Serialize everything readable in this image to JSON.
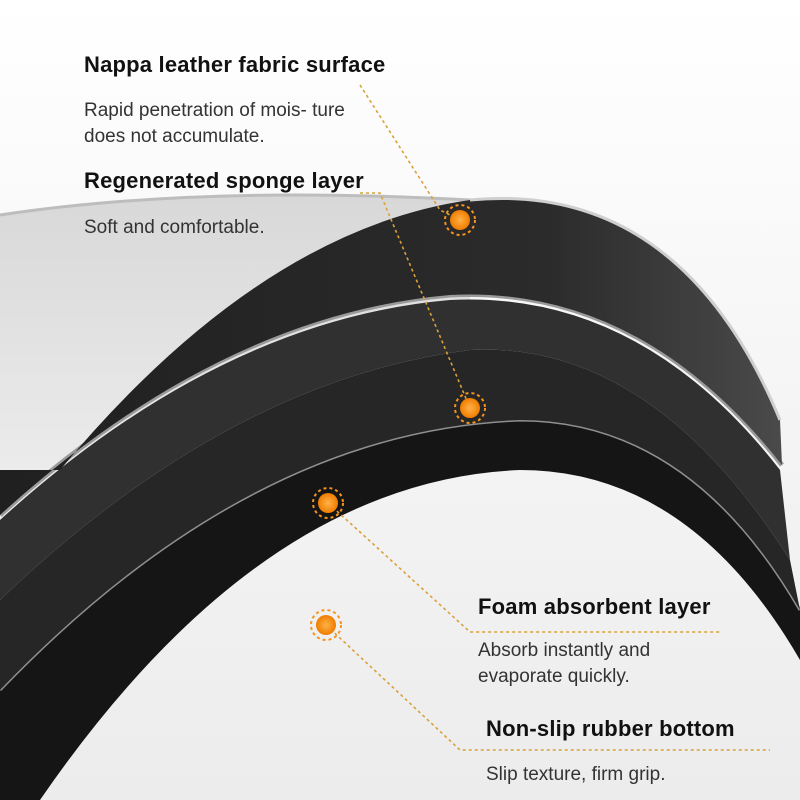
{
  "callouts": {
    "nappa": {
      "title": "Nappa leather fabric surface",
      "description": "Rapid penetration of mois- ture does not accumulate."
    },
    "sponge": {
      "title": "Regenerated sponge layer",
      "description": "Soft and comfortable."
    },
    "foam": {
      "title": "Foam absorbent layer",
      "description": "Absorb instantly and evaporate quickly."
    },
    "rubber": {
      "title": "Non-slip rubber bottom",
      "description": "Slip texture, firm grip."
    }
  },
  "colors": {
    "accent": "#f7941d",
    "leader": "#d9a13a",
    "layer_dark": "#1c1c1c",
    "layer_gray": "#9a9a9a"
  }
}
